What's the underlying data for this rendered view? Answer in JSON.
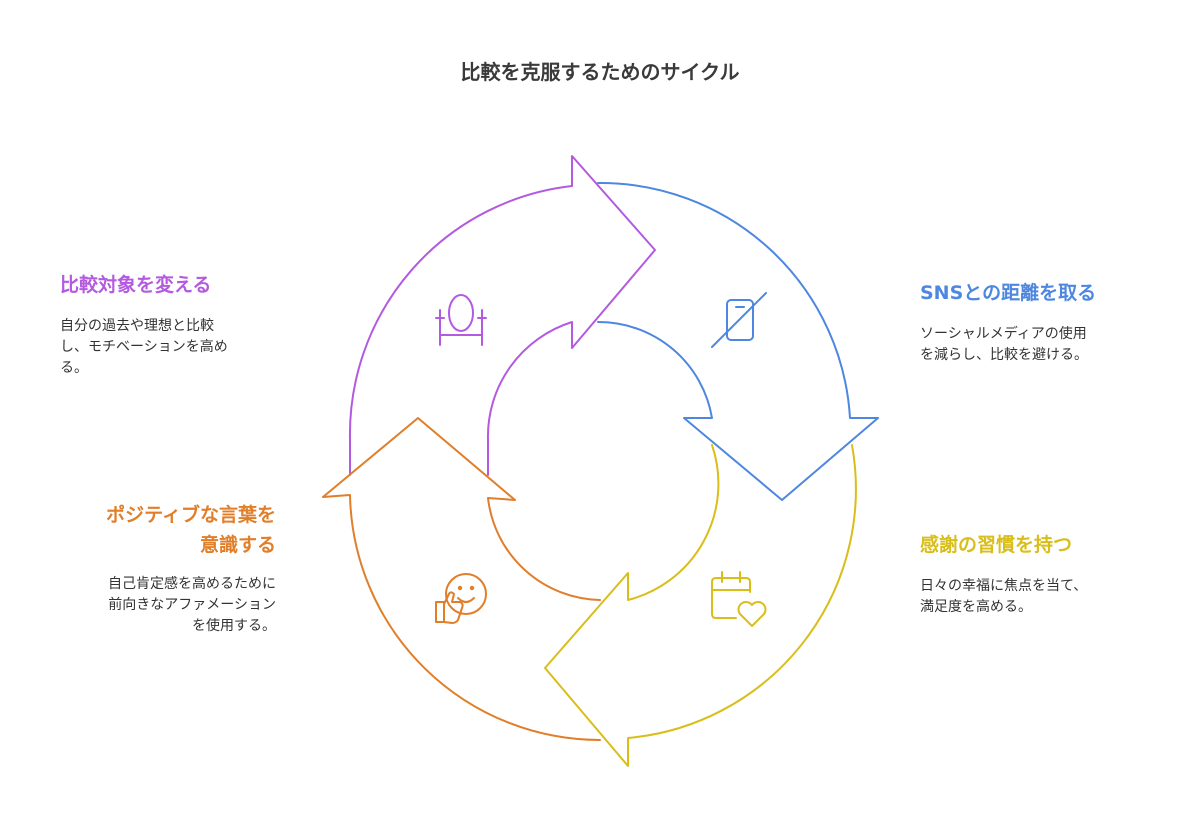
{
  "title": "比較を克服するためのサイクル",
  "colors": {
    "purple": "#b35ae0",
    "blue": "#4d87e0",
    "yellow": "#d9be19",
    "orange": "#e07e2a"
  },
  "steps": [
    {
      "heading": "比較対象を変える",
      "text_lines": [
        "自分の過去や理想と比較",
        "し、モチベーションを高め",
        "る。"
      ],
      "icon": "mirror-icon",
      "color": "#b35ae0"
    },
    {
      "heading": "SNSとの距離を取る",
      "text_lines": [
        "ソーシャルメディアの使用",
        "を減らし、比較を避ける。"
      ],
      "icon": "phone-off-icon",
      "color": "#4d87e0"
    },
    {
      "heading": "感謝の習慣を持つ",
      "text_lines": [
        "日々の幸福に焦点を当て、",
        "満足度を高める。"
      ],
      "icon": "calendar-heart-icon",
      "color": "#d9be19"
    },
    {
      "heading_lines": [
        "ポジティブな言葉を",
        "意識する"
      ],
      "text_lines": [
        "自己肯定感を高めるために",
        "前向きなアファメーション",
        "を使用する。"
      ],
      "icon": "smile-thumbs-up-icon",
      "color": "#e07e2a"
    }
  ]
}
